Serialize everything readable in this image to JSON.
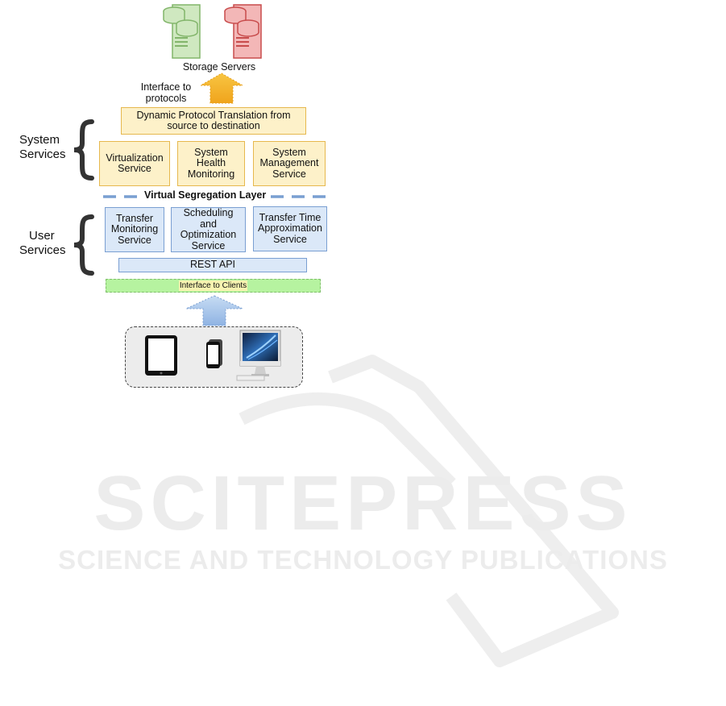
{
  "storage": {
    "label": "Storage Servers"
  },
  "protocol_interface": {
    "line1": "Interface to",
    "line2": "protocols"
  },
  "translation": {
    "line1": "Dynamic Protocol Translation from",
    "line2": "source to destination"
  },
  "system_services": {
    "label_line1": "System",
    "label_line2": "Services",
    "items": [
      {
        "lines": [
          "Virtualization",
          "Service"
        ]
      },
      {
        "lines": [
          "System",
          "Health",
          "Monitoring"
        ]
      },
      {
        "lines": [
          "System",
          "Management",
          "Service"
        ]
      }
    ]
  },
  "segregation": {
    "label": "Virtual Segregation Layer"
  },
  "user_services": {
    "label_line1": "User",
    "label_line2": "Services",
    "items": [
      {
        "lines": [
          "Transfer",
          "Monitoring",
          "Service"
        ]
      },
      {
        "lines": [
          "Scheduling",
          "and",
          "Optimization",
          "Service"
        ]
      },
      {
        "lines": [
          "Transfer Time",
          "Approximation",
          "Service"
        ]
      }
    ]
  },
  "rest_api": {
    "label": "REST API"
  },
  "client_interface": {
    "label": "Interface to Clients"
  },
  "watermark": {
    "title": "SCITEPRESS",
    "subtitle": "SCIENCE AND TECHNOLOGY PUBLICATIONS"
  },
  "colors": {
    "system_fill": "#fdf1c9",
    "system_border": "#e6b84e",
    "user_fill": "#dbe8f8",
    "user_border": "#7a9fd2",
    "client_bar": "#b6f3a0",
    "arrow_up": "#f5b11c",
    "arrow_clients": "#aac7ea"
  },
  "icons": [
    "green-server-icon",
    "red-server-icon",
    "tablet-icon",
    "phone-icon",
    "desktop-computer-icon"
  ]
}
